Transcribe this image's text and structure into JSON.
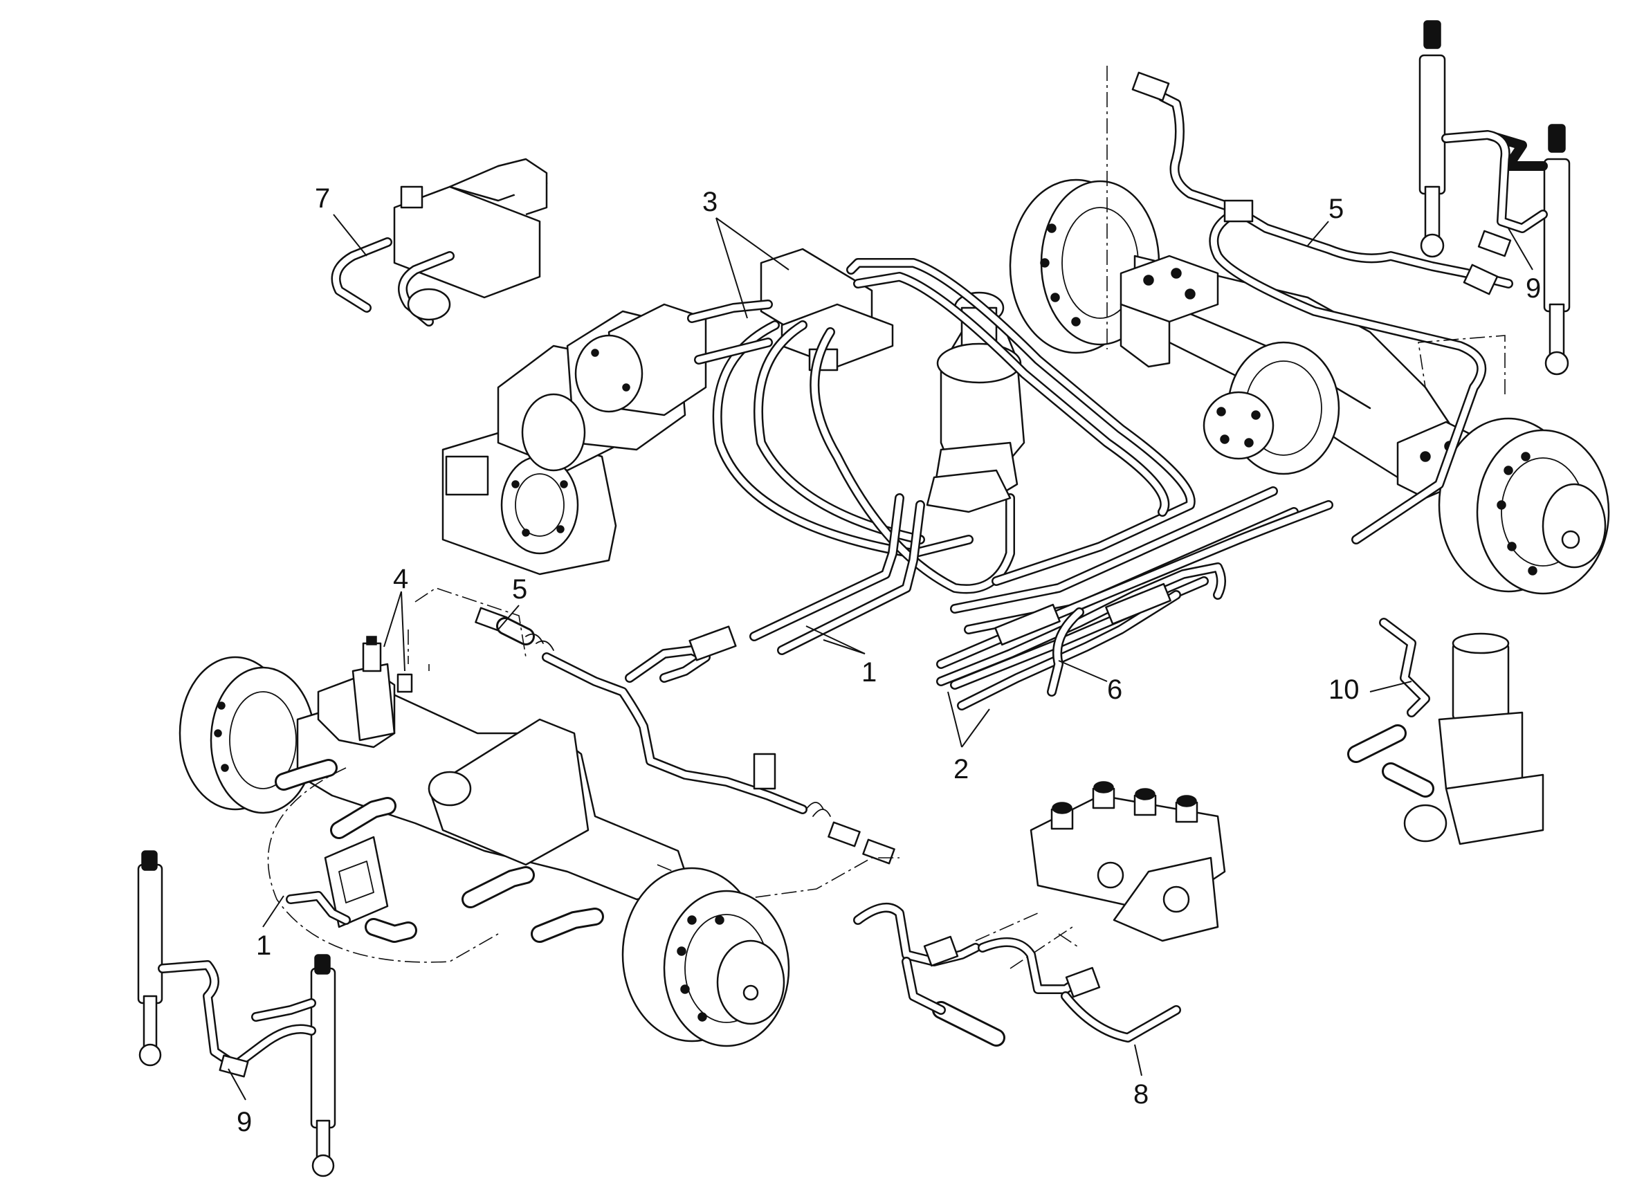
{
  "diagram": {
    "callouts": [
      {
        "id": "c7",
        "label": "7"
      },
      {
        "id": "c3",
        "label": "3"
      },
      {
        "id": "c5a",
        "label": "5"
      },
      {
        "id": "c9a",
        "label": "9"
      },
      {
        "id": "c4",
        "label": "4"
      },
      {
        "id": "c5b",
        "label": "5"
      },
      {
        "id": "c1a",
        "label": "1"
      },
      {
        "id": "c6",
        "label": "6"
      },
      {
        "id": "c2",
        "label": "2"
      },
      {
        "id": "c10",
        "label": "10"
      },
      {
        "id": "c1b",
        "label": "1"
      },
      {
        "id": "c9b",
        "label": "9"
      },
      {
        "id": "c8",
        "label": "8"
      }
    ]
  }
}
